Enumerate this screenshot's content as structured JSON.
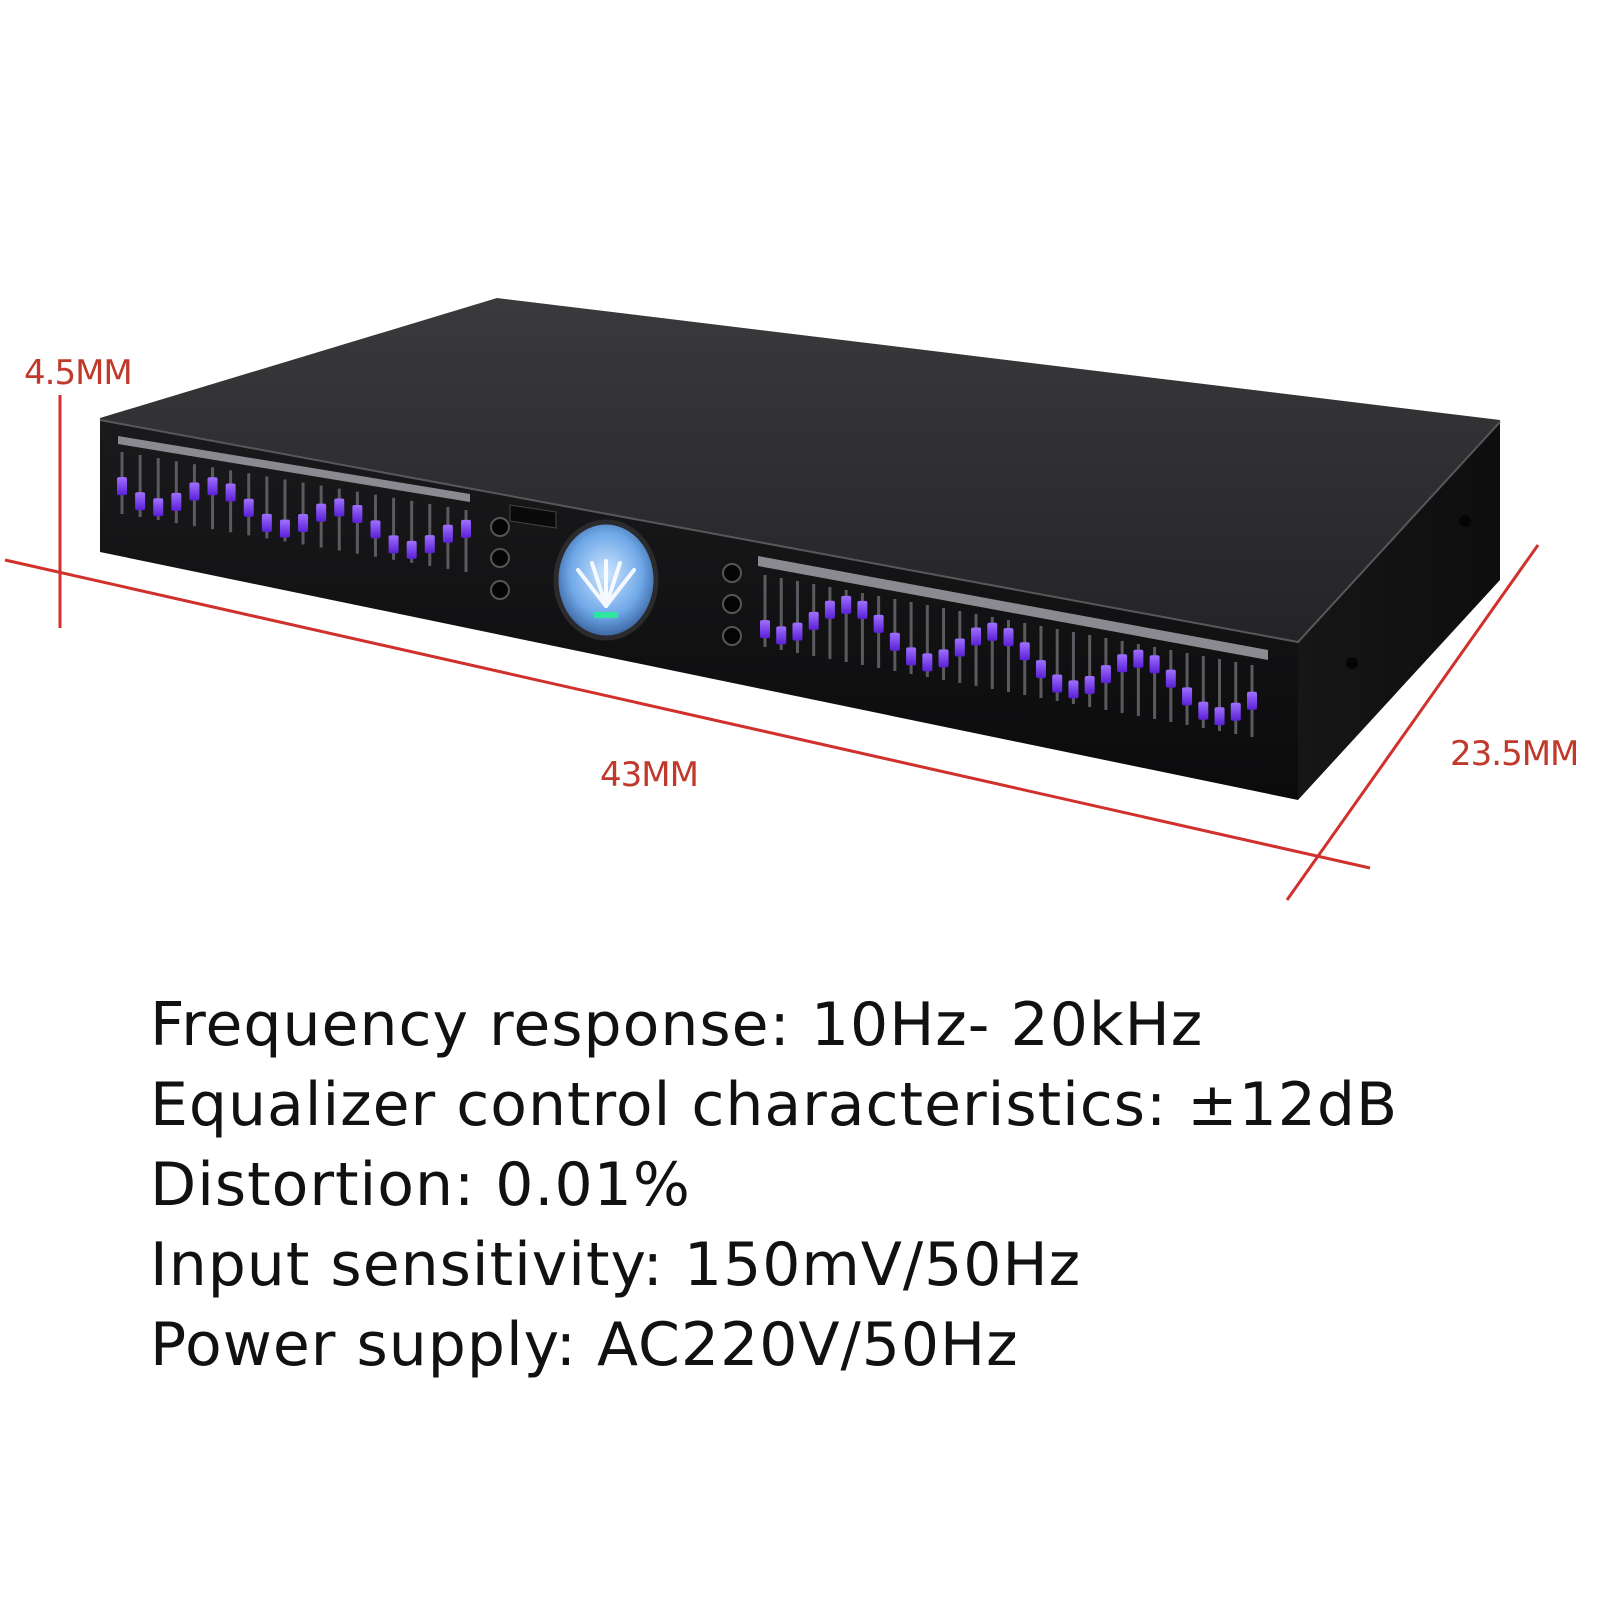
{
  "dimensions": {
    "height": "4.5MM",
    "width": "43MM",
    "depth": "23.5MM"
  },
  "specs": [
    "Frequency response: 10Hz- 20kHz",
    "Equalizer control characteristics: ±12dB",
    "Distortion: 0.01%",
    "Input sensitivity: 150mV/50Hz",
    "Power supply: AC220V/50Hz"
  ],
  "colors": {
    "dimension_lines": "#d0312d",
    "chassis": "#1c1c1e",
    "slider_glow": "#7a3cff",
    "meter": "#6fa8e8"
  },
  "product": {
    "type": "dual-channel-graphic-equalizer",
    "left_bank_sliders": 20,
    "right_bank_sliders": 31
  }
}
